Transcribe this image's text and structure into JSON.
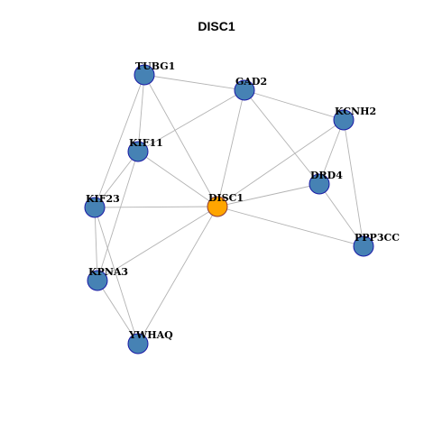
{
  "title": "DISC1",
  "colors": {
    "node_fill": "#4682B4",
    "node_stroke": "#1a1aa6",
    "center_fill": "#FFA500",
    "center_stroke": "#8b3a3a",
    "edge": "#b3b3b3"
  },
  "nodes": [
    {
      "id": "TUBG1",
      "label": "TUBG1",
      "center": false
    },
    {
      "id": "GAD2",
      "label": "GAD2",
      "center": false
    },
    {
      "id": "KCNH2",
      "label": "KCNH2",
      "center": false
    },
    {
      "id": "KIF11",
      "label": "KIF11",
      "center": false
    },
    {
      "id": "DRD4",
      "label": "DRD4",
      "center": false
    },
    {
      "id": "KIF23",
      "label": "KIF23",
      "center": false
    },
    {
      "id": "DISC1",
      "label": "DISC1",
      "center": true
    },
    {
      "id": "PPP3CC",
      "label": "PPP3CC",
      "center": false
    },
    {
      "id": "KPNA3",
      "label": "KPNA3",
      "center": false
    },
    {
      "id": "YWHAQ",
      "label": "YWHAQ",
      "center": false
    }
  ],
  "edges": [
    [
      "TUBG1",
      "GAD2"
    ],
    [
      "TUBG1",
      "KIF11"
    ],
    [
      "TUBG1",
      "KIF23"
    ],
    [
      "TUBG1",
      "DISC1"
    ],
    [
      "GAD2",
      "KCNH2"
    ],
    [
      "GAD2",
      "KIF11"
    ],
    [
      "GAD2",
      "DISC1"
    ],
    [
      "GAD2",
      "DRD4"
    ],
    [
      "KCNH2",
      "DRD4"
    ],
    [
      "KCNH2",
      "DISC1"
    ],
    [
      "KCNH2",
      "PPP3CC"
    ],
    [
      "KIF11",
      "DISC1"
    ],
    [
      "KIF11",
      "KIF23"
    ],
    [
      "KIF11",
      "KPNA3"
    ],
    [
      "DRD4",
      "DISC1"
    ],
    [
      "DRD4",
      "PPP3CC"
    ],
    [
      "KIF23",
      "DISC1"
    ],
    [
      "KIF23",
      "KPNA3"
    ],
    [
      "KIF23",
      "YWHAQ"
    ],
    [
      "DISC1",
      "PPP3CC"
    ],
    [
      "DISC1",
      "KPNA3"
    ],
    [
      "DISC1",
      "YWHAQ"
    ],
    [
      "KPNA3",
      "YWHAQ"
    ]
  ]
}
